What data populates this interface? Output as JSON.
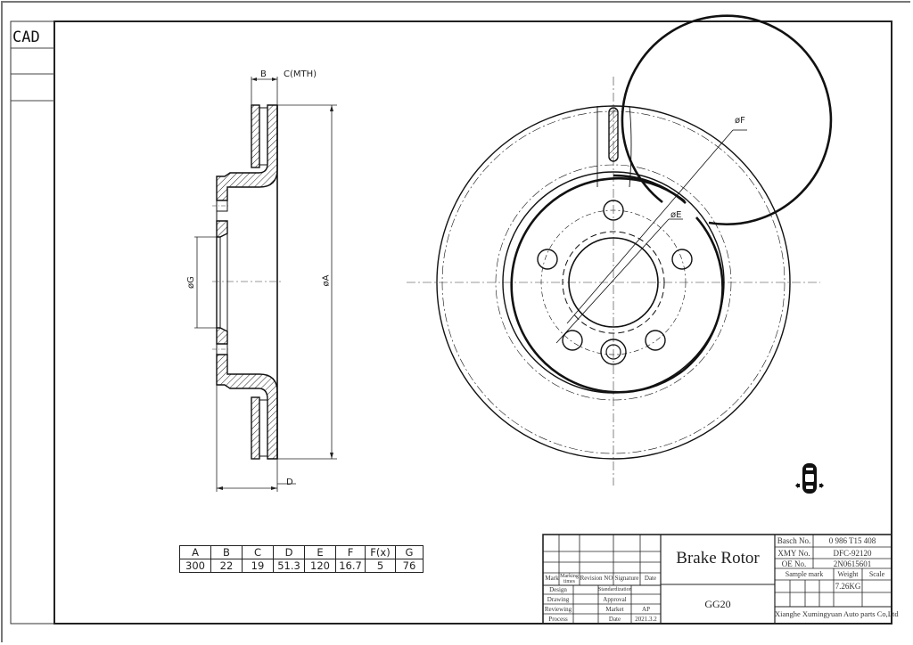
{
  "sheet": {
    "corner_label": "CAD"
  },
  "side_view": {
    "labels": {
      "B": "B",
      "C": "C(MTH)",
      "D": "D",
      "A": "øA",
      "G": "øG"
    }
  },
  "front_view": {
    "labels": {
      "F": "øF",
      "E": "øE"
    },
    "bolt_holes": 5
  },
  "dimension_table": {
    "headers": [
      "A",
      "B",
      "C",
      "D",
      "E",
      "F",
      "F(x)",
      "G"
    ],
    "values": [
      "300",
      "22",
      "19",
      "51.3",
      "120",
      "16.7",
      "5",
      "76"
    ]
  },
  "title_block": {
    "revision_headers": [
      "Mark",
      "Marking times",
      "Revision NO",
      "Signature",
      "Date"
    ],
    "approvals": {
      "design": "Design",
      "drawing": "Drawing",
      "reviewing": "Reviewing",
      "process": "Process",
      "standardization": "Standardization",
      "approval": "Approval",
      "market": "Market",
      "market_value": "AP",
      "date": "Date",
      "date_value": "2021.3.2"
    },
    "part_name": "Brake Rotor",
    "material": "GG20",
    "bosch_label": "Basch No.",
    "bosch_value": "0 986 T15 408",
    "xmy_label": "XMY No.",
    "xmy_value": "DFC-92120",
    "oe_label": "OE No.",
    "oe_value": "2N0615601",
    "sample_mark": "Sample mark",
    "weight_label": "Weight",
    "scale_label": "Scale",
    "weight_value": "7.26KG",
    "company": "Xianghe Xumingyuan Auto parts Co,Ltd"
  },
  "icons": {
    "axle_position": "car-rear-axle-icon"
  }
}
